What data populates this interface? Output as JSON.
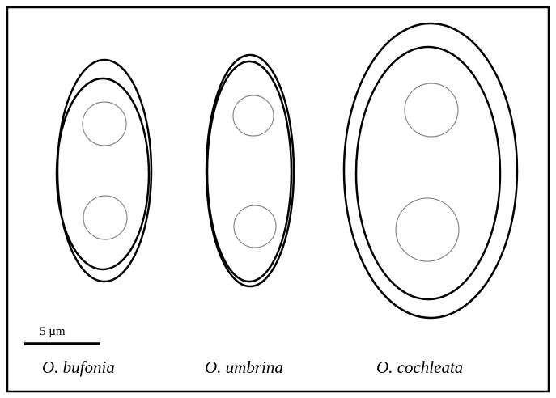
{
  "scale_bar": {
    "label": "5 µm"
  },
  "species": [
    {
      "name": "O. bufonia"
    },
    {
      "name": "O. umbrina"
    },
    {
      "name": "O. cochleata"
    }
  ],
  "colors": {
    "wall": "#000000",
    "droplet": "#888888",
    "frame": "#000000"
  }
}
